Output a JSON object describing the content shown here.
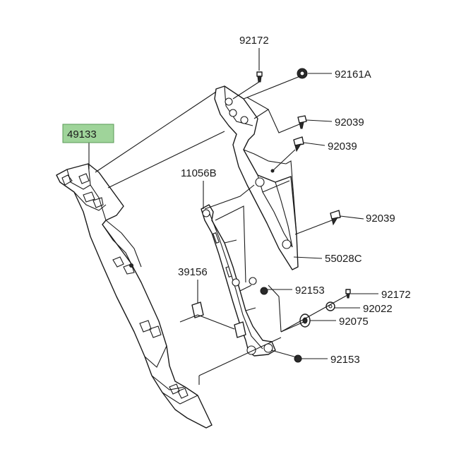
{
  "highlight_color": "#9fd49a",
  "labels": {
    "p49133": "49133",
    "p92172_top": "92172",
    "p92161A": "92161A",
    "p92039_a": "92039",
    "p92039_b": "92039",
    "p11056B": "11056B",
    "p92039_c": "92039",
    "p55028C": "55028C",
    "p39156": "39156",
    "p92153_a": "92153",
    "p92172_b": "92172",
    "p92022": "92022",
    "p92075": "92075",
    "p92153_b": "92153"
  }
}
